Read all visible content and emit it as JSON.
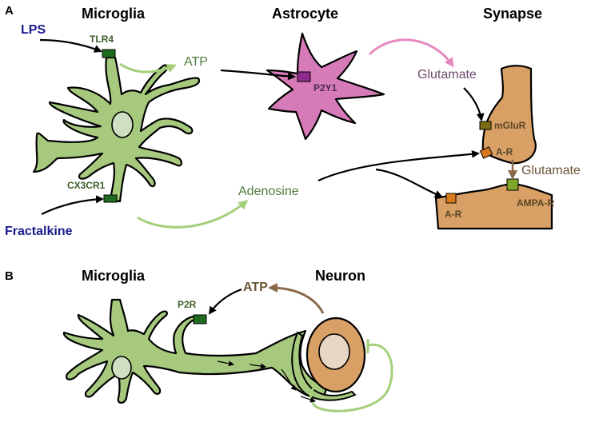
{
  "panels": {
    "a": "A",
    "b": "B"
  },
  "panel_a": {
    "titles": {
      "microglia": "Microglia",
      "astrocyte": "Astrocyte",
      "synapse": "Synapse"
    },
    "stimuli": {
      "lps": "LPS",
      "fractalkine": "Fractalkine"
    },
    "receptors": {
      "tlr4": "TLR4",
      "cx3cr1": "CX3CR1",
      "p2y1": "P2Y1",
      "mglur": "mGluR",
      "ar_pre": "A-R",
      "ampar": "AMPA-R",
      "ar_post": "A-R"
    },
    "mediators": {
      "atp": "ATP",
      "adenosine": "Adenosine",
      "glutamate_astro": "Glutamate",
      "glutamate_syn": "Glutamate"
    }
  },
  "panel_b": {
    "titles": {
      "microglia": "Microglia",
      "neuron": "Neuron"
    },
    "receptors": {
      "p2r": "P2R"
    },
    "mediators": {
      "atp": "ATP"
    }
  },
  "colors": {
    "microglia_fill": "#a6c97e",
    "microglia_nucleus": "#cfe0c2",
    "astrocyte_fill": "#d67bb8",
    "synapse_fill": "#d9a066",
    "neuron_nucleus": "#e8d6c4",
    "receptor_green": "#1f6b1f",
    "receptor_purple": "#8e2a8e",
    "receptor_olive": "#7a6a10",
    "receptor_orange": "#d97a1a",
    "receptor_lime": "#7fa52a",
    "arrow_light_green": "#a6cf7a",
    "arrow_pink": "#e58ac0",
    "arrow_brown": "#8a6a4a"
  }
}
